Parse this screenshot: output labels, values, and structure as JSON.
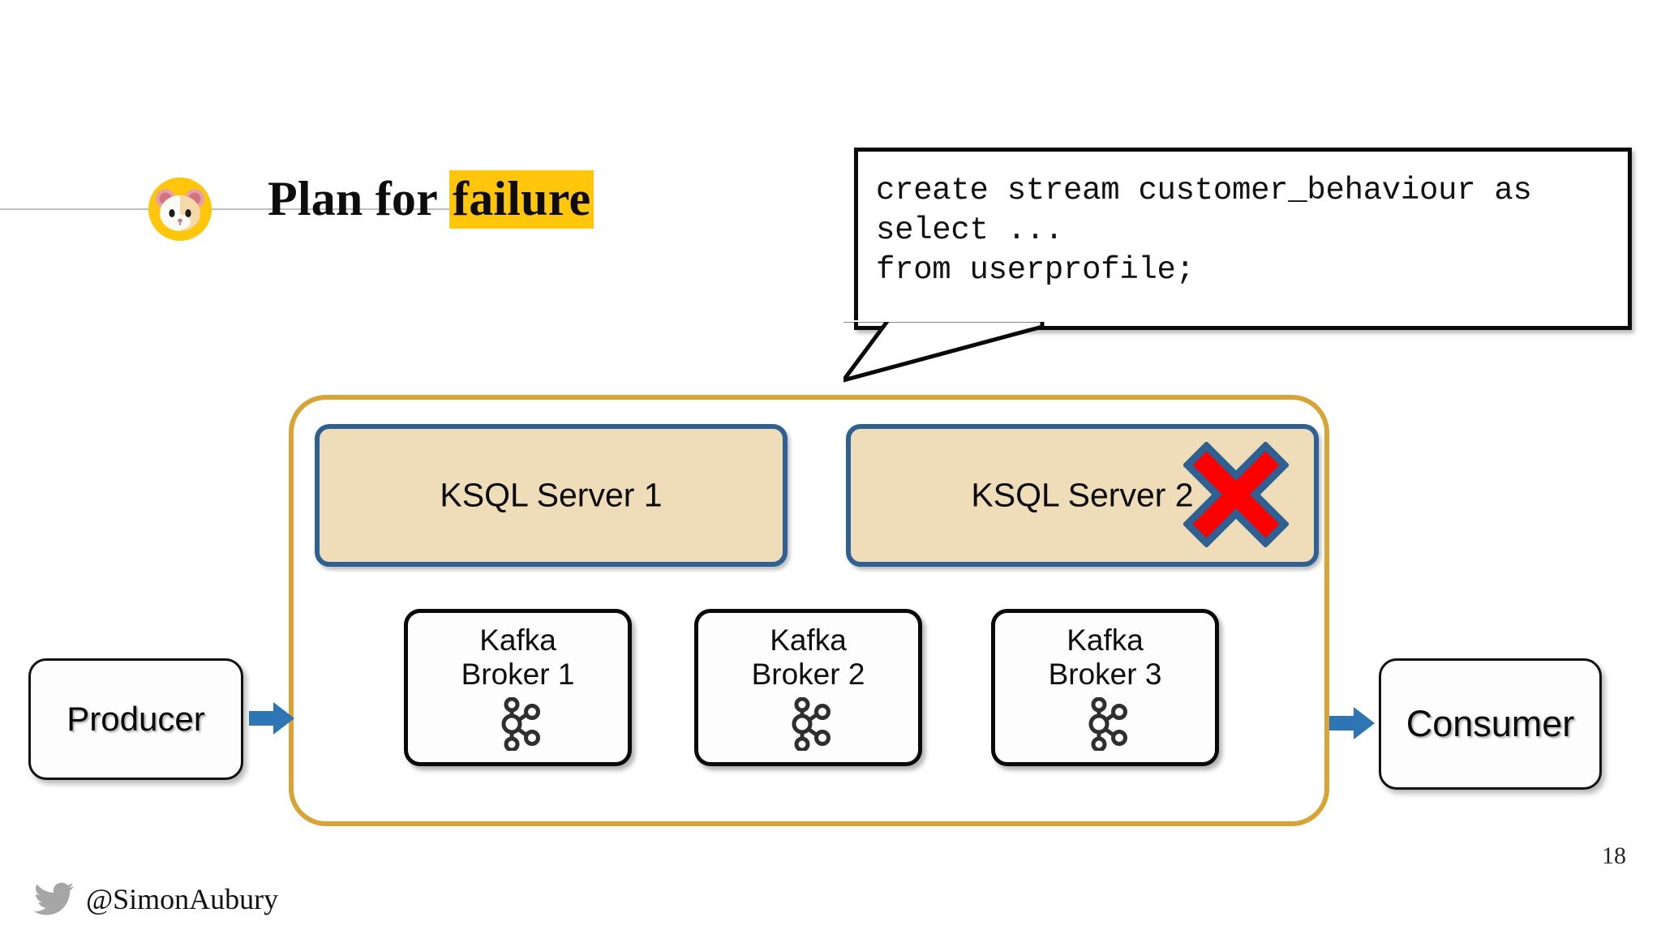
{
  "slide": {
    "page_number": "18",
    "title_prefix": "Plan for ",
    "title_highlight": "failure",
    "highlight_color": "#FFC60B",
    "emoji_icon": "hamster-face-emoji"
  },
  "callout": {
    "code": "create stream customer_behaviour as\nselect ...\nfrom userprofile;",
    "border_color": "#0a0a0a",
    "background": "#ffffff"
  },
  "cluster": {
    "border_color": "#D9A437",
    "ksql_servers": [
      {
        "label": "KSQL Server 1",
        "failed": false
      },
      {
        "label": "KSQL Server 2",
        "failed": true
      }
    ],
    "ksql_fill": "#EFDCB8",
    "ksql_border": "#2E6091",
    "failure_marker": {
      "icon": "red-x-icon",
      "fill": "#FF0000",
      "stroke": "#2E6091"
    },
    "brokers": [
      {
        "label": "Kafka\nBroker 1",
        "logo": "kafka-logo-icon"
      },
      {
        "label": "Kafka\nBroker 2",
        "logo": "kafka-logo-icon"
      },
      {
        "label": "Kafka\nBroker 3",
        "logo": "kafka-logo-icon"
      }
    ]
  },
  "endpoints": {
    "producer": "Producer",
    "consumer": "Consumer",
    "arrow_color": "#2E75B6"
  },
  "footer": {
    "twitter_icon": "twitter-bird-icon",
    "handle": "@SimonAubury"
  }
}
